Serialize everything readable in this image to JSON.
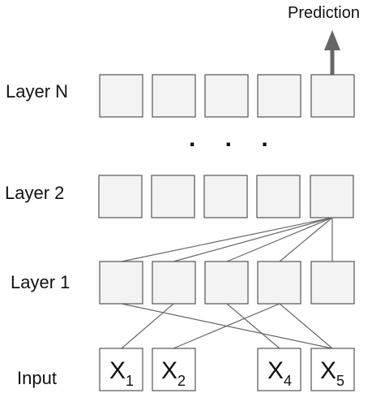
{
  "labels": {
    "prediction": "Prediction",
    "layer_n": "Layer N",
    "layer_2": "Layer 2",
    "layer_1": "Layer 1",
    "input": "Input"
  },
  "ellipsis": ". . .",
  "inputs": [
    {
      "base": "X",
      "sub": "1"
    },
    {
      "base": "X",
      "sub": "2"
    },
    {
      "base": "X",
      "sub": "4"
    },
    {
      "base": "X",
      "sub": "5"
    }
  ],
  "colors": {
    "cell_fill": "#f3f3f3",
    "cell_stroke": "#555555",
    "connection": "#666666",
    "arrow": "#666666",
    "text": "#111111"
  }
}
